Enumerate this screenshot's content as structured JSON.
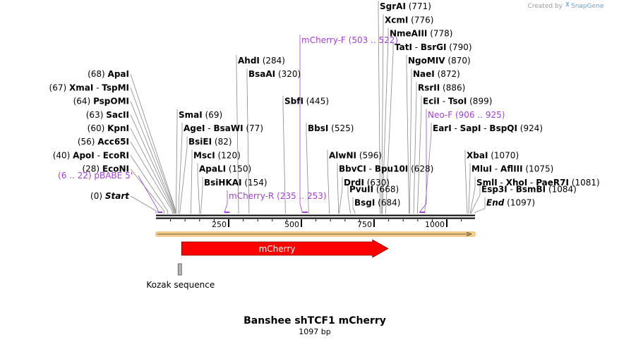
{
  "header": {
    "credit": "Created by",
    "brand": "SnapGene"
  },
  "plasmid": {
    "name": "Banshee shTCF1 mCherry",
    "length_label": "1097 bp",
    "length_bp": 1097
  },
  "ruler": {
    "ticks": [
      {
        "bp": 250,
        "label": "250"
      },
      {
        "bp": 500,
        "label": "500"
      },
      {
        "bp": 750,
        "label": "750"
      },
      {
        "bp": 1000,
        "label": "1000"
      }
    ]
  },
  "sites": [
    {
      "pos": 0,
      "names": [
        "Start"
      ],
      "coord": "(0)",
      "style": "bi",
      "side": "left",
      "row": 0
    },
    {
      "pos": 28,
      "names": [
        "EcoNI"
      ],
      "coord": "(28)",
      "style": "b",
      "side": "left",
      "row": 2
    },
    {
      "pos": 40,
      "names": [
        "ApoI",
        "EcoRI"
      ],
      "coord": "(40)",
      "style": "b",
      "side": "left",
      "row": 3
    },
    {
      "pos": 56,
      "names": [
        "Acc65I"
      ],
      "coord": "(56)",
      "style": "b",
      "side": "left",
      "row": 4
    },
    {
      "pos": 60,
      "names": [
        "KpnI"
      ],
      "coord": "(60)",
      "style": "b",
      "side": "left",
      "row": 5
    },
    {
      "pos": 63,
      "names": [
        "SacII"
      ],
      "coord": "(63)",
      "style": "b",
      "side": "left",
      "row": 6
    },
    {
      "pos": 64,
      "names": [
        "PspOMI"
      ],
      "coord": "(64)",
      "style": "b",
      "side": "left",
      "row": 7
    },
    {
      "pos": 67,
      "names": [
        "XmaI",
        "TspMI"
      ],
      "coord": "(67)",
      "style": "b",
      "side": "left",
      "row": 8
    },
    {
      "pos": 68,
      "names": [
        "ApaI"
      ],
      "coord": "(68)",
      "style": "b",
      "side": "left",
      "row": 9
    },
    {
      "pos": 69,
      "names": [
        "SmaI"
      ],
      "coord": "(69)",
      "style": "b",
      "side": "right",
      "row": 6,
      "labelX": 253
    },
    {
      "pos": 77,
      "names": [
        "AgeI",
        "BsaWI"
      ],
      "coord": "(77)",
      "style": "b",
      "side": "right",
      "row": 5,
      "labelX": 260
    },
    {
      "pos": 82,
      "names": [
        "BsiEI"
      ],
      "coord": "(82)",
      "style": "b",
      "side": "right",
      "row": 4,
      "labelX": 267
    },
    {
      "pos": 120,
      "names": [
        "MscI"
      ],
      "coord": "(120)",
      "style": "b",
      "side": "right",
      "row": 3,
      "labelX": 274
    },
    {
      "pos": 150,
      "names": [
        "ApaLI"
      ],
      "coord": "(150)",
      "style": "b",
      "side": "right",
      "row": 2,
      "labelX": 282
    },
    {
      "pos": 154,
      "names": [
        "BsiHKAI"
      ],
      "coord": "(154)",
      "style": "b",
      "side": "right",
      "row": 1,
      "labelX": 289
    },
    {
      "pos": 284,
      "names": [
        "AhdI"
      ],
      "coord": "(284)",
      "style": "b",
      "side": "right",
      "row": 10,
      "labelX": 337
    },
    {
      "pos": 320,
      "names": [
        "BsaAI"
      ],
      "coord": "(320)",
      "style": "b",
      "side": "right",
      "row": 9,
      "labelX": 352
    },
    {
      "pos": 445,
      "names": [
        "SbfI"
      ],
      "coord": "(445)",
      "style": "b",
      "side": "right",
      "row": 7,
      "labelX": 403
    },
    {
      "pos": 525,
      "names": [
        "BbsI"
      ],
      "coord": "(525)",
      "style": "b",
      "side": "right",
      "row": 5,
      "labelX": 436
    },
    {
      "pos": 596,
      "names": [
        "AlwNI"
      ],
      "coord": "(596)",
      "style": "b",
      "side": "right",
      "row": 3,
      "labelX": 466
    },
    {
      "pos": 628,
      "names": [
        "BbvCI",
        "Bpu10I"
      ],
      "coord": "(628)",
      "style": "b",
      "side": "right",
      "row": 2,
      "labelX": 480
    },
    {
      "pos": 630,
      "names": [
        "DrdI"
      ],
      "coord": "(630)",
      "style": "b",
      "side": "right",
      "row": 1,
      "labelX": 487
    },
    {
      "pos": 668,
      "names": [
        "PvuII"
      ],
      "coord": "(668)",
      "style": "b",
      "side": "right",
      "row": 0.5,
      "labelX": 495
    },
    {
      "pos": 684,
      "names": [
        "BsgI"
      ],
      "coord": "(684)",
      "style": "b",
      "side": "right",
      "row": -0.5,
      "labelX": 502
    },
    {
      "pos": 771,
      "names": [
        "SgrAI"
      ],
      "coord": "(771)",
      "style": "b",
      "side": "right",
      "row": 14,
      "labelX": 538
    },
    {
      "pos": 776,
      "names": [
        "XcmI"
      ],
      "coord": "(776)",
      "style": "b",
      "side": "right",
      "row": 13,
      "labelX": 545
    },
    {
      "pos": 778,
      "names": [
        "NmeAIII"
      ],
      "coord": "(778)",
      "style": "b",
      "side": "right",
      "row": 12,
      "labelX": 552
    },
    {
      "pos": 790,
      "names": [
        "TatI",
        "BsrGI"
      ],
      "coord": "(790)",
      "style": "b",
      "side": "right",
      "row": 11,
      "labelX": 559
    },
    {
      "pos": 870,
      "names": [
        "NgoMIV"
      ],
      "coord": "(870)",
      "style": "b",
      "side": "right",
      "row": 10,
      "labelX": 578
    },
    {
      "pos": 872,
      "names": [
        "NaeI"
      ],
      "coord": "(872)",
      "style": "b",
      "side": "right",
      "row": 9,
      "labelX": 585
    },
    {
      "pos": 886,
      "names": [
        "RsrII"
      ],
      "coord": "(886)",
      "style": "b",
      "side": "right",
      "row": 8,
      "labelX": 592
    },
    {
      "pos": 899,
      "names": [
        "EciI",
        "TsoI"
      ],
      "coord": "(899)",
      "style": "b",
      "side": "right",
      "row": 7,
      "labelX": 599
    },
    {
      "pos": 924,
      "names": [
        "EarI",
        "SapI",
        "BspQI"
      ],
      "coord": "(924)",
      "style": "b",
      "side": "right",
      "row": 5,
      "labelX": 613
    },
    {
      "pos": 1070,
      "names": [
        "XbaI"
      ],
      "coord": "(1070)",
      "style": "b",
      "side": "right",
      "row": 3,
      "labelX": 661
    },
    {
      "pos": 1075,
      "names": [
        "MluI",
        "AflIII"
      ],
      "coord": "(1075)",
      "style": "b",
      "side": "right",
      "row": 2,
      "labelX": 668
    },
    {
      "pos": 1081,
      "names": [
        "SmlI",
        "XhoI",
        "PaeR7I"
      ],
      "coord": "(1081)",
      "style": "b",
      "side": "right",
      "row": 1,
      "labelX": 675
    },
    {
      "pos": 1084,
      "names": [
        "Esp3I",
        "BsmBI"
      ],
      "coord": "(1084)",
      "style": "b",
      "side": "right",
      "row": 0.5,
      "labelX": 682
    },
    {
      "pos": 1097,
      "names": [
        "End"
      ],
      "coord": "(1097)",
      "style": "bi",
      "side": "right",
      "row": -0.5,
      "labelX": 689
    }
  ],
  "primers": [
    {
      "name": "pBABE 5'",
      "range": "(6 .. 22)",
      "start": 6,
      "end": 22,
      "side": "left",
      "row": 1.5
    },
    {
      "name": "mCherry-R",
      "range": "(235 .. 253)",
      "start": 235,
      "end": 253,
      "side": "right",
      "row": 0,
      "labelX": 324
    },
    {
      "name": "mCherry-F",
      "range": "(503 .. 522)",
      "start": 503,
      "end": 522,
      "side": "right",
      "row": 11.5,
      "labelX": 427
    },
    {
      "name": "Neo-F",
      "range": "(906 .. 925)",
      "start": 906,
      "end": 925,
      "side": "right",
      "row": 6,
      "labelX": 606
    }
  ],
  "features": [
    {
      "name": "mCherry",
      "start": 88,
      "end": 798,
      "color": "#ff0000",
      "direction": "forward"
    },
    {
      "name": "Kozak sequence",
      "start": 82,
      "end": 88,
      "color": "#b5b5b5"
    }
  ],
  "colors": {
    "primer": "#a43fd8",
    "backbone": "#000000",
    "strand_band": "#f5b24d",
    "feature": "#ff0000",
    "label_line": "#888888"
  }
}
